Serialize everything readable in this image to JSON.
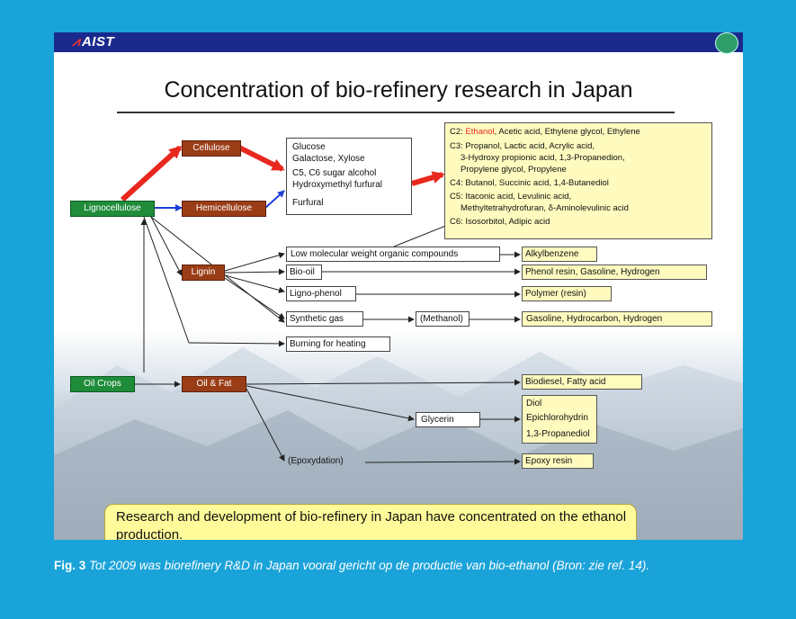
{
  "slide": {
    "logo": "AIST",
    "title": "Concentration of bio-refinery research in Japan"
  },
  "sources": {
    "lignocellulose": "Lignocellulose",
    "oil_crops": "Oil Crops"
  },
  "components": {
    "cellulose": "Cellulose",
    "hemicellulose": "Hemicellulose",
    "lignin": "Lignin",
    "oil_fat": "Oil & Fat"
  },
  "sugars": [
    "Glucose",
    "Galactose, Xylose",
    "C5, C6 sugar alcohol",
    "Hydroxymethyl furfural",
    "Furfural"
  ],
  "chemicals": {
    "c2_prefix": "C2: ",
    "c2_ethanol": "Ethanol",
    "c2_rest": ", Acetic acid, Ethylene glycol, Ethylene",
    "lines": [
      "C3: Propanol, Lactic acid, Acrylic acid,",
      "3-Hydroxy propionic acid, 1,3-Propanedion,",
      "Propylene glycol, Propylene",
      "C4: Butanol, Succinic acid, 1,4-Butanediol",
      "C5: Itaconic acid, Levulinic acid,",
      "Methyltetrahydrofuran, δ-Aminolevulinic acid",
      "C6: Isosorbitol, Adipic acid"
    ]
  },
  "lignin_routes": {
    "low_mw": "Low molecular weight organic compounds",
    "bio_oil": "Bio-oil",
    "ligno_phenol": "Ligno-phenol",
    "synthetic_gas": "Synthetic gas",
    "burning": "Burning for heating",
    "methanol": "(Methanol)"
  },
  "products": {
    "alkylbenzene": "Alkylbenzene",
    "phenol_resin": "Phenol resin, Gasoline, Hydrogen",
    "polymer": "Polymer (resin)",
    "gasoline": "Gasoline, Hydrocarbon, Hydrogen",
    "biodiesel": "Biodiesel, Fatty acid",
    "glycerin": "Glycerin",
    "glycerin_products": [
      "Diol",
      "Epichlorohydrin",
      "1,3-Propanediol"
    ],
    "epoxydation": "(Epoxydation)",
    "epoxy": "Epoxy resin"
  },
  "conclusion": "Research and development of bio-refinery in Japan have concentrated on the ethanol production.",
  "caption": {
    "label": "Fig. 3",
    "text": "Tot 2009 was biorefinery R&D in Japan vooral gericht op de productie van bio-ethanol (Bron: zie ref. 14)."
  },
  "colors": {
    "frame": "#1aa3d9",
    "header_bar": "#1a2a8c",
    "source_box": "#1f8c3a",
    "component_box": "#9a3d16",
    "product_box": "#fffbbf",
    "highlight_arrow": "#e8281e",
    "ethanol_text": "#e8281e"
  }
}
